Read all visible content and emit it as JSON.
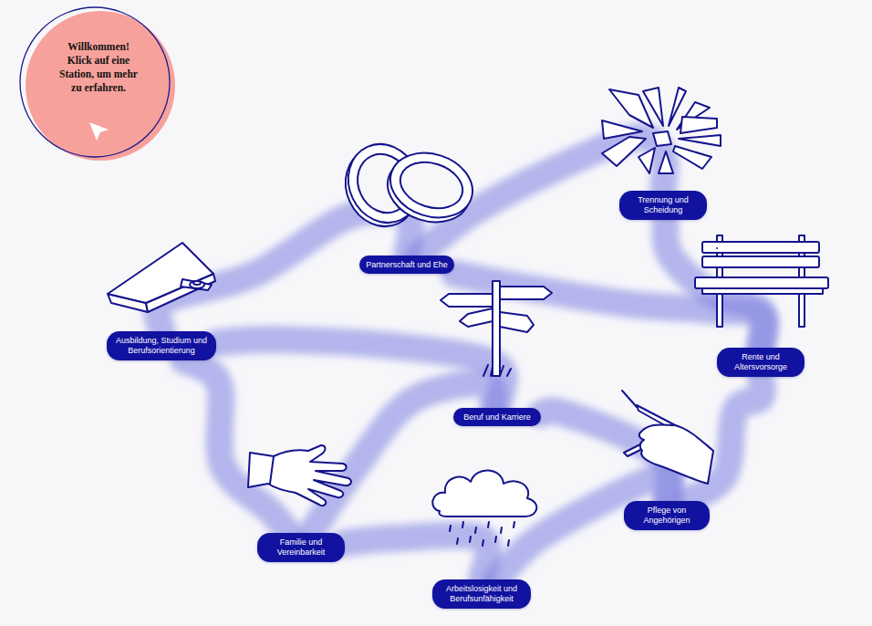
{
  "diagram": {
    "nodes": [
      {
        "text": [
          "Willkommen! Klick auf eine Station, um mehr zu erfahren."
        ]
      },
      {
        "text": [
          "Partnerschaft und Ehe"
        ]
      },
      {
        "text": [
          "Trennung und Scheidung"
        ]
      },
      {
        "text": [
          "Ausbildung, Studium und Berufsorientierung"
        ]
      },
      {
        "text": [
          "Beruf und Karriere"
        ]
      },
      {
        "text": [
          "Rente und Altersvorsorge"
        ]
      },
      {
        "text": [
          "Pflege von Angehörigen"
        ]
      },
      {
        "text": [
          "Familie und Vereinbarkeit"
        ]
      },
      {
        "text": [
          "Arbeitslosigkeit und Berufsunfähigkeit"
        ]
      }
    ],
    "edges": [
      {
        "from": 3,
        "to": 1,
        "arrow": "none"
      },
      {
        "from": 1,
        "to": 2,
        "arrow": "none"
      },
      {
        "from": 1,
        "to": 5,
        "arrow": "none"
      },
      {
        "from": 2,
        "to": 5,
        "arrow": "none"
      },
      {
        "from": 3,
        "to": 4,
        "arrow": "none"
      },
      {
        "from": 3,
        "to": 7,
        "arrow": "none"
      },
      {
        "from": 7,
        "to": 4,
        "arrow": "none"
      },
      {
        "from": 7,
        "to": 8,
        "arrow": "none"
      },
      {
        "from": 8,
        "to": 6,
        "arrow": "none"
      },
      {
        "from": 4,
        "to": 6,
        "arrow": "none"
      },
      {
        "from": 6,
        "to": 5,
        "arrow": "none"
      }
    ]
  }
}
